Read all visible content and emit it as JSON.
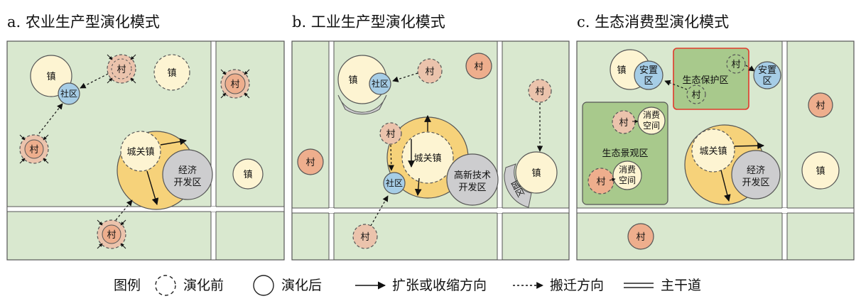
{
  "panels": [
    {
      "title": "a. 农业生产型演化模式"
    },
    {
      "title": "b. 工业生产型演化模式"
    },
    {
      "title": "c. 生态消费型演化模式"
    }
  ],
  "labels": {
    "village": "村",
    "town": "镇",
    "community": "社区",
    "county_town": "城关镇",
    "econ_zone": [
      "经济",
      "开发区"
    ],
    "hightech_zone": [
      "高新技术",
      "开发区"
    ],
    "park": "园区",
    "resettlement": [
      "安置",
      "区"
    ],
    "eco_protect": "生态保护区",
    "eco_landscape": "生态景观区",
    "consumption": [
      "消费",
      "空间"
    ]
  },
  "legend": {
    "title": "图例",
    "items": [
      "演化前",
      "演化后",
      "扩张或收缩方向",
      "搬迁方向",
      "主干道"
    ]
  },
  "colors": {
    "land": "#d9e8cf",
    "frame": "#555555",
    "village": "#eeae8d",
    "town": "#fdf4d2",
    "orange": "#f6d27a",
    "community": "#a6cde6",
    "zone": "#cdcdcf",
    "eco": "#a8c98c"
  }
}
